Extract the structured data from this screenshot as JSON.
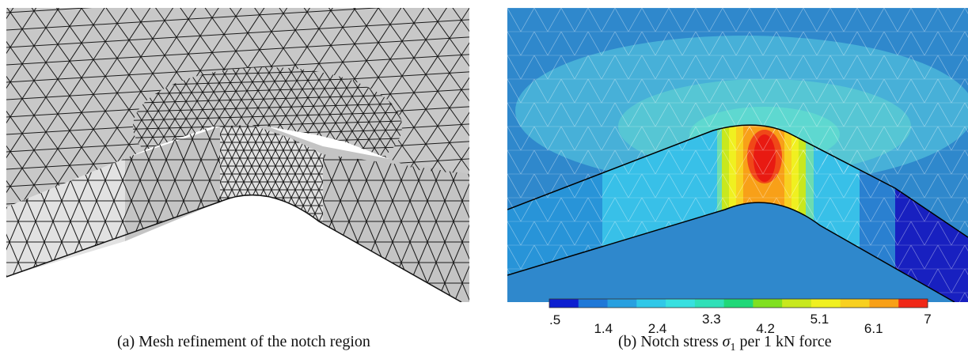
{
  "panel_a": {
    "caption": "(a) Mesh refinement of the notch region"
  },
  "panel_b": {
    "caption_prefix": "(b) Notch stress",
    "caption_symbol": "σ",
    "caption_subscript": "1",
    "caption_suffix": "per 1 kN force",
    "colorbar": {
      "colors": [
        "#0d1fd0",
        "#1f78d8",
        "#28a0e0",
        "#30c8e8",
        "#38e0e0",
        "#30e0b8",
        "#20d878",
        "#80e020",
        "#c8e81e",
        "#f0f020",
        "#f8d020",
        "#f8a018",
        "#f02818"
      ],
      "tick_labels": [
        ".5",
        "1.4",
        "2.4",
        "3.3",
        "4.2",
        "5.1",
        "6.1",
        "7"
      ]
    },
    "field_colors": {
      "background": "#2f88cc",
      "halo_outer": "#47b0d8",
      "halo_inner": "#56c6d4",
      "blue_dark": "#1820c0",
      "peak": "#e81a12"
    }
  }
}
